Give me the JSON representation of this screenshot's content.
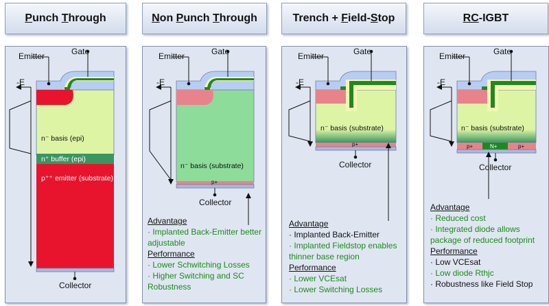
{
  "headers": [
    {
      "parts": [
        {
          "t": "P",
          "u": true
        },
        {
          "t": "unch ",
          "u": false
        },
        {
          "t": "T",
          "u": true
        },
        {
          "t": "hrough",
          "u": false
        }
      ]
    },
    {
      "parts": [
        {
          "t": "N",
          "u": true
        },
        {
          "t": "on ",
          "u": false
        },
        {
          "t": "P",
          "u": true
        },
        {
          "t": "unch ",
          "u": false
        },
        {
          "t": "T",
          "u": true
        },
        {
          "t": "hrough",
          "u": false
        }
      ]
    },
    {
      "parts": [
        {
          "t": "Trench + ",
          "u": false
        },
        {
          "t": "F",
          "u": true
        },
        {
          "t": "ield-",
          "u": false
        },
        {
          "t": "S",
          "u": true
        },
        {
          "t": "top",
          "u": false
        }
      ]
    },
    {
      "parts": [
        {
          "t": "RC",
          "u": true
        },
        {
          "t": "-IGBT",
          "u": false
        }
      ]
    }
  ],
  "labels": {
    "emitter": "Emitter",
    "gate": "Gate",
    "neg_e": "-E",
    "collector": "Collector",
    "p_plus": "p+",
    "n_plus": "N+"
  },
  "pt": {
    "basis": "n⁻ basis (epi)",
    "buffer": "n⁺ buffer (epi)",
    "emitter_sub": "p⁺⁺ emitter (substrate)"
  },
  "npt": {
    "basis": "n⁻ basis (substrate)",
    "advantage_title": "Advantage",
    "advantage": [
      "Implanted Back-Emitter better adjustable"
    ],
    "performance_title": "Performance",
    "performance": [
      "Lower Schwitching Losses",
      "Higher Switching and SC Robustness"
    ]
  },
  "fs": {
    "basis": "n⁻ basis (substrate)",
    "advantage_title": "Advantage",
    "advantage": [
      "Implanted Back-Emitter",
      "Implanted Fieldstop enables thinner base region"
    ],
    "performance_title": "Performance",
    "performance": [
      "Lower VCEsat",
      "Lower Switching Losses"
    ]
  },
  "rc": {
    "basis": "n⁻ basis (substrate)",
    "advantage_title": "Advantage",
    "advantage": [
      "Reduced cost",
      "Integrated diode allows package of reduced footprint"
    ],
    "performance_title": "Performance",
    "performance": [
      {
        "text": "Low VCEsat",
        "color": "black"
      },
      {
        "text": "Low diode Rthjc",
        "color": "green"
      },
      {
        "text": "Robustness like Field Stop",
        "color": "black"
      }
    ]
  },
  "colors": {
    "light_green": "#ddf4a5",
    "mid_green": "#8edc9a",
    "buffer_green": "#3a9560",
    "dark_green": "#1e8a1e",
    "red": "#e8142d",
    "pink": "#e8838b",
    "blue_gate": "#b8cdf3",
    "oxide": "#f6f4b4",
    "collector_blue": "#aab8dd"
  }
}
